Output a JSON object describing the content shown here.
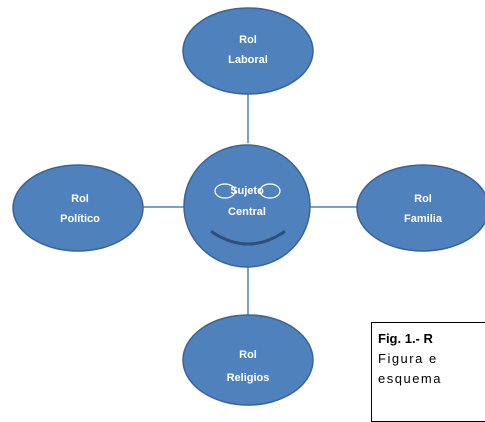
{
  "diagram": {
    "center": {
      "line_1": "Sujeto",
      "line_2": "Central"
    },
    "nodes": {
      "top": {
        "line_1": "Rol",
        "line_2": "Laboral"
      },
      "left": {
        "line_1": "Rol",
        "line_2": "Político"
      },
      "right": {
        "line_1": "Rol",
        "line_2": "Familia"
      },
      "bottom": {
        "line_1": "Rol",
        "line_2": "Religios"
      }
    }
  },
  "caption": {
    "title": "Fig. 1.- R",
    "line_1": "Figura e",
    "line_2": "esquema"
  },
  "colors": {
    "node_fill": "#4f81bd",
    "node_stroke": "#3a6494",
    "connector": "#4f81bd",
    "label": "#ffffff"
  }
}
